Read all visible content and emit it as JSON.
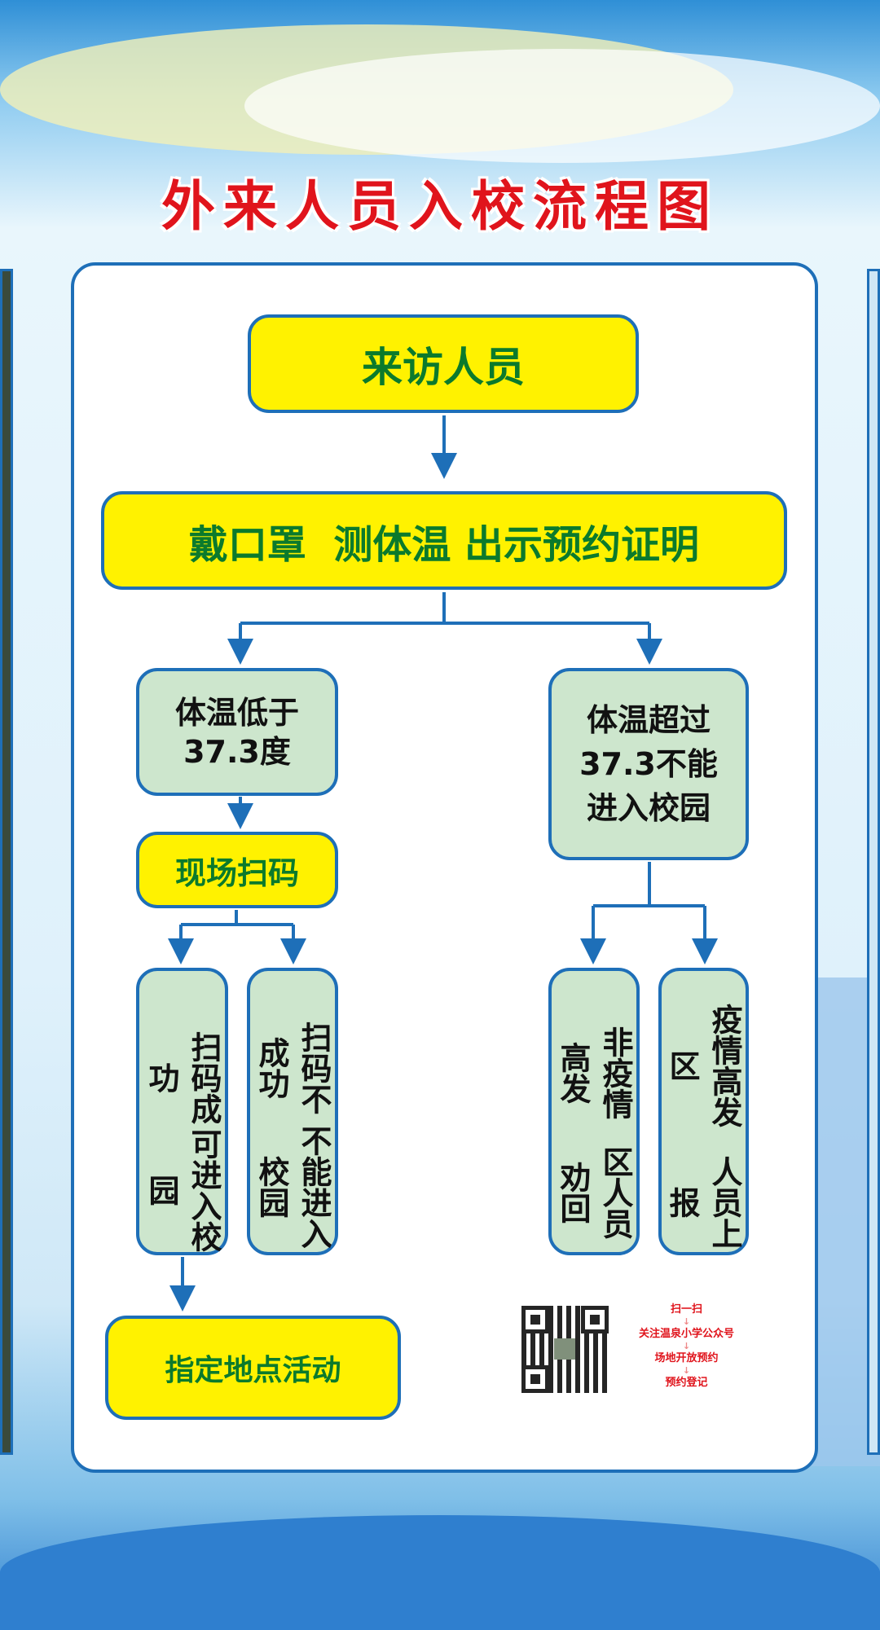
{
  "title": "外来人员入校流程图",
  "steps": {
    "visitor": "来访人员",
    "check": "戴口罩  测体温 出示预约证明",
    "temp_low": [
      "体温低于",
      "37.3度"
    ],
    "temp_high": [
      "体温超过",
      "37.3不能",
      "进入校园"
    ],
    "scan": "现场扫码",
    "scan_ok": [
      "扫码成功",
      "可进入校园"
    ],
    "scan_fail": [
      "扫码不成功",
      "不能进入校园"
    ],
    "non_risk": [
      "非疫情高发",
      "区人员劝回"
    ],
    "risk": [
      "疫情高发区",
      "人员上报"
    ],
    "activity": "指定地点活动"
  },
  "qr": {
    "steps": [
      "扫一扫",
      "关注温泉小学公众号",
      "场地开放预约",
      "预约登记"
    ]
  },
  "colors": {
    "title": "#e0141c",
    "border": "#1e6fb8",
    "yellow": "#fff200",
    "green_text": "#0b7a2c",
    "box_green": "#cde6cd"
  }
}
